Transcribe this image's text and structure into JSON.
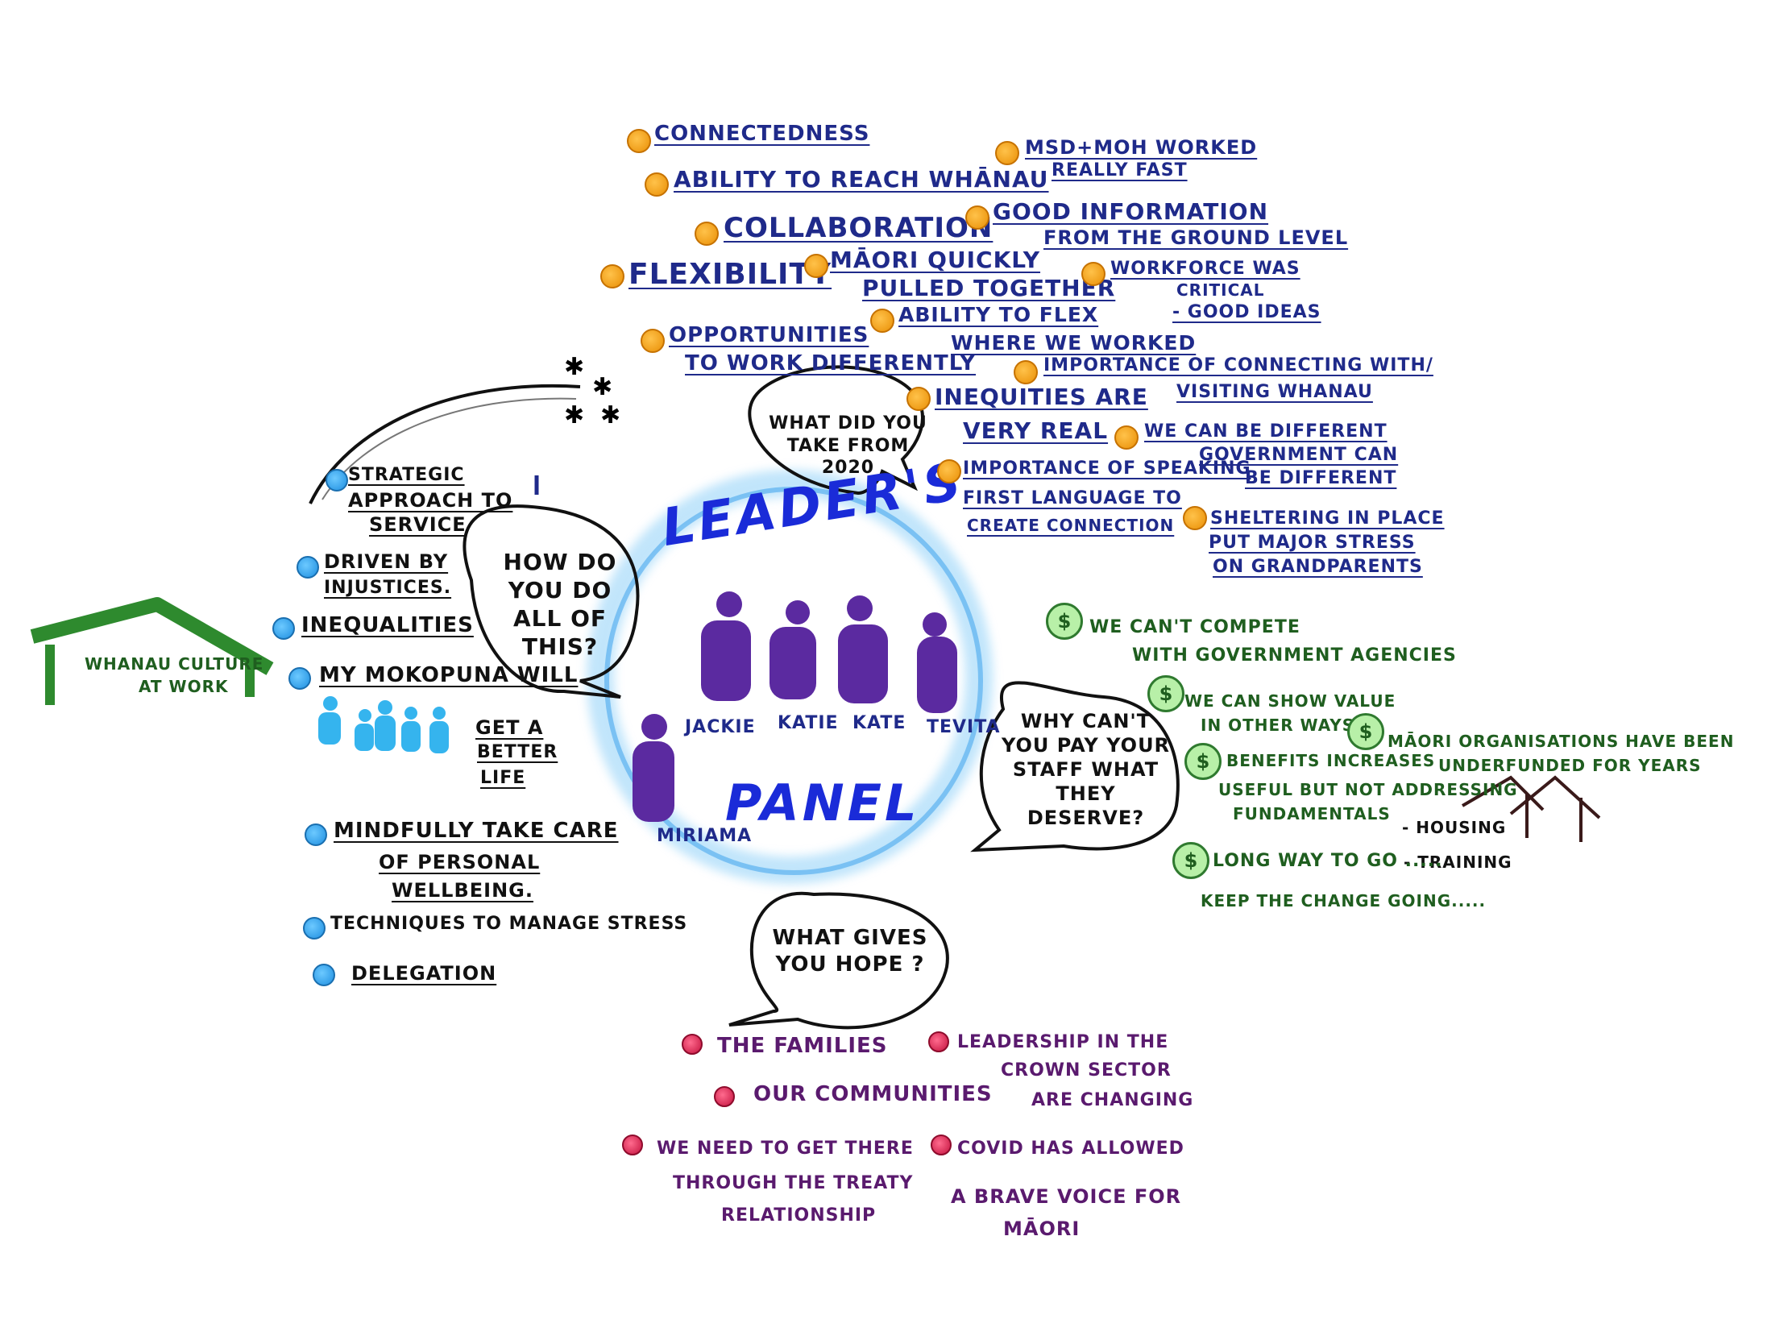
{
  "center": {
    "title_top": "LEADER'S",
    "title_bottom": "PANEL"
  },
  "panelists": [
    "JACKIE",
    "KATIE",
    "KATE",
    "TEVITA",
    "MIRIAMA"
  ],
  "questions": {
    "q2020": "WHAT DID YOU TAKE FROM 2020",
    "qhow": "HOW DO YOU DO ALL OF THIS?",
    "qpay": "WHY CAN'T YOU PAY YOUR STAFF WHAT THEY DESERVE?",
    "qhope": "WHAT GIVES YOU HOPE ?"
  },
  "takeaways_2020": [
    "CONNECTEDNESS",
    "ABILITY TO REACH WHĀNAU",
    "COLLABORATION",
    "FLEXIBILITY",
    "MĀORI QUICKLY",
    "PULLED TOGETHER",
    "OPPORTUNITIES",
    "TO WORK DIFFERENTLY",
    "ABILITY TO FLEX",
    "WHERE WE WORKED",
    "MSD+MOH WORKED",
    "REALLY FAST",
    "GOOD INFORMATION",
    "FROM THE GROUND LEVEL",
    "WORKFORCE WAS",
    "CRITICAL",
    "- GOOD IDEAS",
    "IMPORTANCE OF CONNECTING WITH/",
    "VISITING WHANAU",
    "INEQUITIES ARE",
    "VERY REAL",
    "WE CAN BE DIFFERENT",
    "GOVERNMENT CAN",
    "BE DIFFERENT",
    "IMPORTANCE OF SPEAKING",
    "FIRST LANGUAGE TO",
    "CREATE CONNECTION",
    "SHELTERING IN PLACE",
    "PUT MAJOR STRESS",
    "ON GRANDPARENTS"
  ],
  "how_items": [
    "STRATEGIC",
    "APPROACH TO",
    "SERVICE",
    "DRIVEN BY",
    "INJUSTICES.",
    "INEQUALITIES",
    "MY MOKOPUNA WILL",
    "GET A",
    "BETTER",
    "LIFE",
    "MINDFULLY TAKE CARE",
    "OF PERSONAL",
    "WELLBEING.",
    "TECHNIQUES TO MANAGE STRESS",
    "DELEGATION"
  ],
  "house_label": [
    "WHANAU CULTURE",
    "AT WORK"
  ],
  "pay_items": [
    "WE CAN'T COMPETE",
    "WITH GOVERNMENT AGENCIES",
    "WE CAN SHOW VALUE",
    "IN OTHER WAYS",
    "MĀORI ORGANISATIONS HAVE BEEN",
    "UNDERFUNDED FOR YEARS",
    "BENEFITS INCREASES",
    "USEFUL BUT NOT ADDRESSING",
    "FUNDAMENTALS",
    "- HOUSING",
    "- TRAINING",
    "LONG WAY TO GO .....",
    "KEEP THE CHANGE GOING....."
  ],
  "hope_items": [
    "THE FAMILIES",
    "LEADERSHIP IN THE",
    "CROWN SECTOR",
    "ARE CHANGING",
    "OUR COMMUNITIES",
    "WE NEED TO GET THERE",
    "THROUGH THE TREATY",
    "RELATIONSHIP",
    "COVID HAS ALLOWED",
    "A BRAVE VOICE FOR",
    "MĀORI"
  ],
  "colors": {
    "blue_text": "#1f2a8a",
    "green_text": "#1f5e1f",
    "purple_text": "#5a1a6e",
    "orange_dot": "#f0a020",
    "cyan_dot": "#2aa0ee",
    "pink_dot": "#d81848",
    "figure_purple": "#5b2aa0",
    "circle_blue": "#7ec8f5",
    "house_green": "#2e8a2e"
  }
}
